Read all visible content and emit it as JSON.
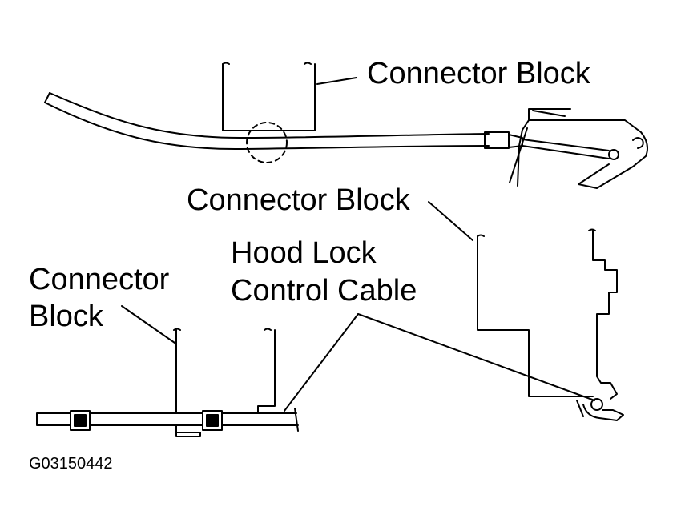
{
  "labels": {
    "connector_block_top": "Connector Block",
    "connector_block_middle": "Connector Block",
    "connector_block_left_line1": "Connector",
    "connector_block_left_line2": "Block",
    "hood_lock_line1": "Hood Lock",
    "hood_lock_line2": "Control Cable",
    "figure_code": "G03150442"
  }
}
